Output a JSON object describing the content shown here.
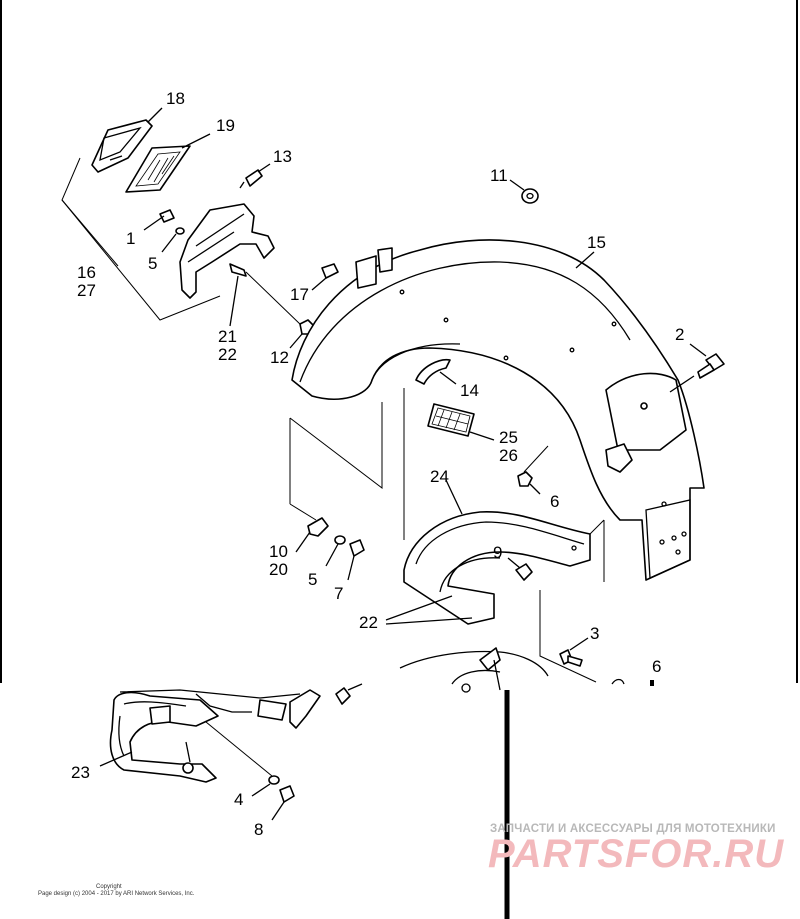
{
  "callouts": {
    "c18": "18",
    "c19": "19",
    "c13": "13",
    "c11": "11",
    "c15": "15",
    "c1": "1",
    "c5a": "5",
    "c16": "16",
    "c27": "27",
    "c17": "17",
    "c21": "21",
    "c22a": "22",
    "c12": "12",
    "c2": "2",
    "c14": "14",
    "c25": "25",
    "c26": "26",
    "c24": "24",
    "c6a": "6",
    "c10": "10",
    "c20": "20",
    "c5b": "5",
    "c7": "7",
    "c9": "9",
    "c22b": "22",
    "c3": "3",
    "c6b": "6",
    "c23": "23",
    "c4": "4",
    "c8": "8"
  },
  "footer": {
    "copyright_line1": "Copyright",
    "copyright_line2": "Page design (c) 2004 - 2017 by ARI Network Services, Inc."
  },
  "watermark": {
    "tagline": "ЗАПЧАСТИ И АКСЕССУАРЫ ДЛЯ МОТОТЕХНИКИ",
    "logo": "PARTSFOR.RU"
  }
}
